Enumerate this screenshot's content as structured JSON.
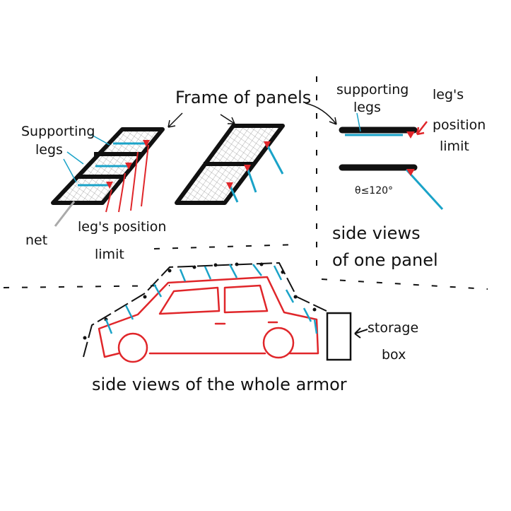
{
  "labels": {
    "frame_of_panels": "Frame of panels",
    "supporting_legs_left": "Supporting",
    "supporting_legs_left_2": "legs",
    "net": "net",
    "legs_position_limit_left_1": "leg's position",
    "legs_position_limit_left_2": "limit",
    "supporting_legs_right_1": "supporting",
    "supporting_legs_right_2": "legs",
    "legs_position_limit_right_1": "leg's",
    "legs_position_limit_right_2": "position",
    "legs_position_limit_right_3": "limit",
    "angle_note": "θ≤120°",
    "side_views_one_panel_1": "side views",
    "side_views_one_panel_2": "of one panel",
    "storage_box_1": "storage",
    "storage_box_2": "box",
    "side_views_whole_armor": "side views of the whole armor"
  },
  "colors": {
    "ink": "#111111",
    "leg_blue": "#1aa3c8",
    "limit_red": "#e0262a",
    "car_red": "#e0262a",
    "net_gray": "#9a9a9a"
  }
}
